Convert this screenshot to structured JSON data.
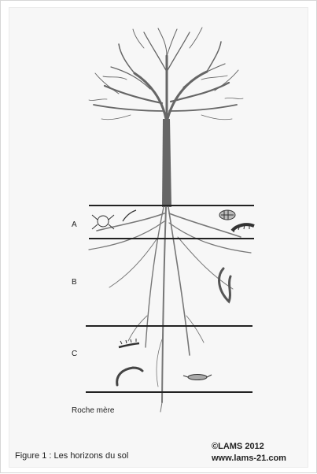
{
  "horizons": [
    {
      "label": "A",
      "name": "horizon-a"
    },
    {
      "label": "B",
      "name": "horizon-b"
    },
    {
      "label": "C",
      "name": "horizon-c"
    }
  ],
  "bedrock_label": "Roche mère",
  "caption": "Figure 1 : Les horizons du sol",
  "credit": {
    "line1": "©LAMS 2012",
    "line2": "www.lams-21.com"
  },
  "colors": {
    "ink": "#222222",
    "tree": "#555555",
    "background": "#f7f7f7"
  },
  "icons": [
    "tree-icon",
    "roots-icon",
    "mite-icon",
    "woodlouse-icon",
    "springtail-icon",
    "earthworm-icon",
    "millipede-icon",
    "centipede-icon",
    "larva-icon"
  ]
}
